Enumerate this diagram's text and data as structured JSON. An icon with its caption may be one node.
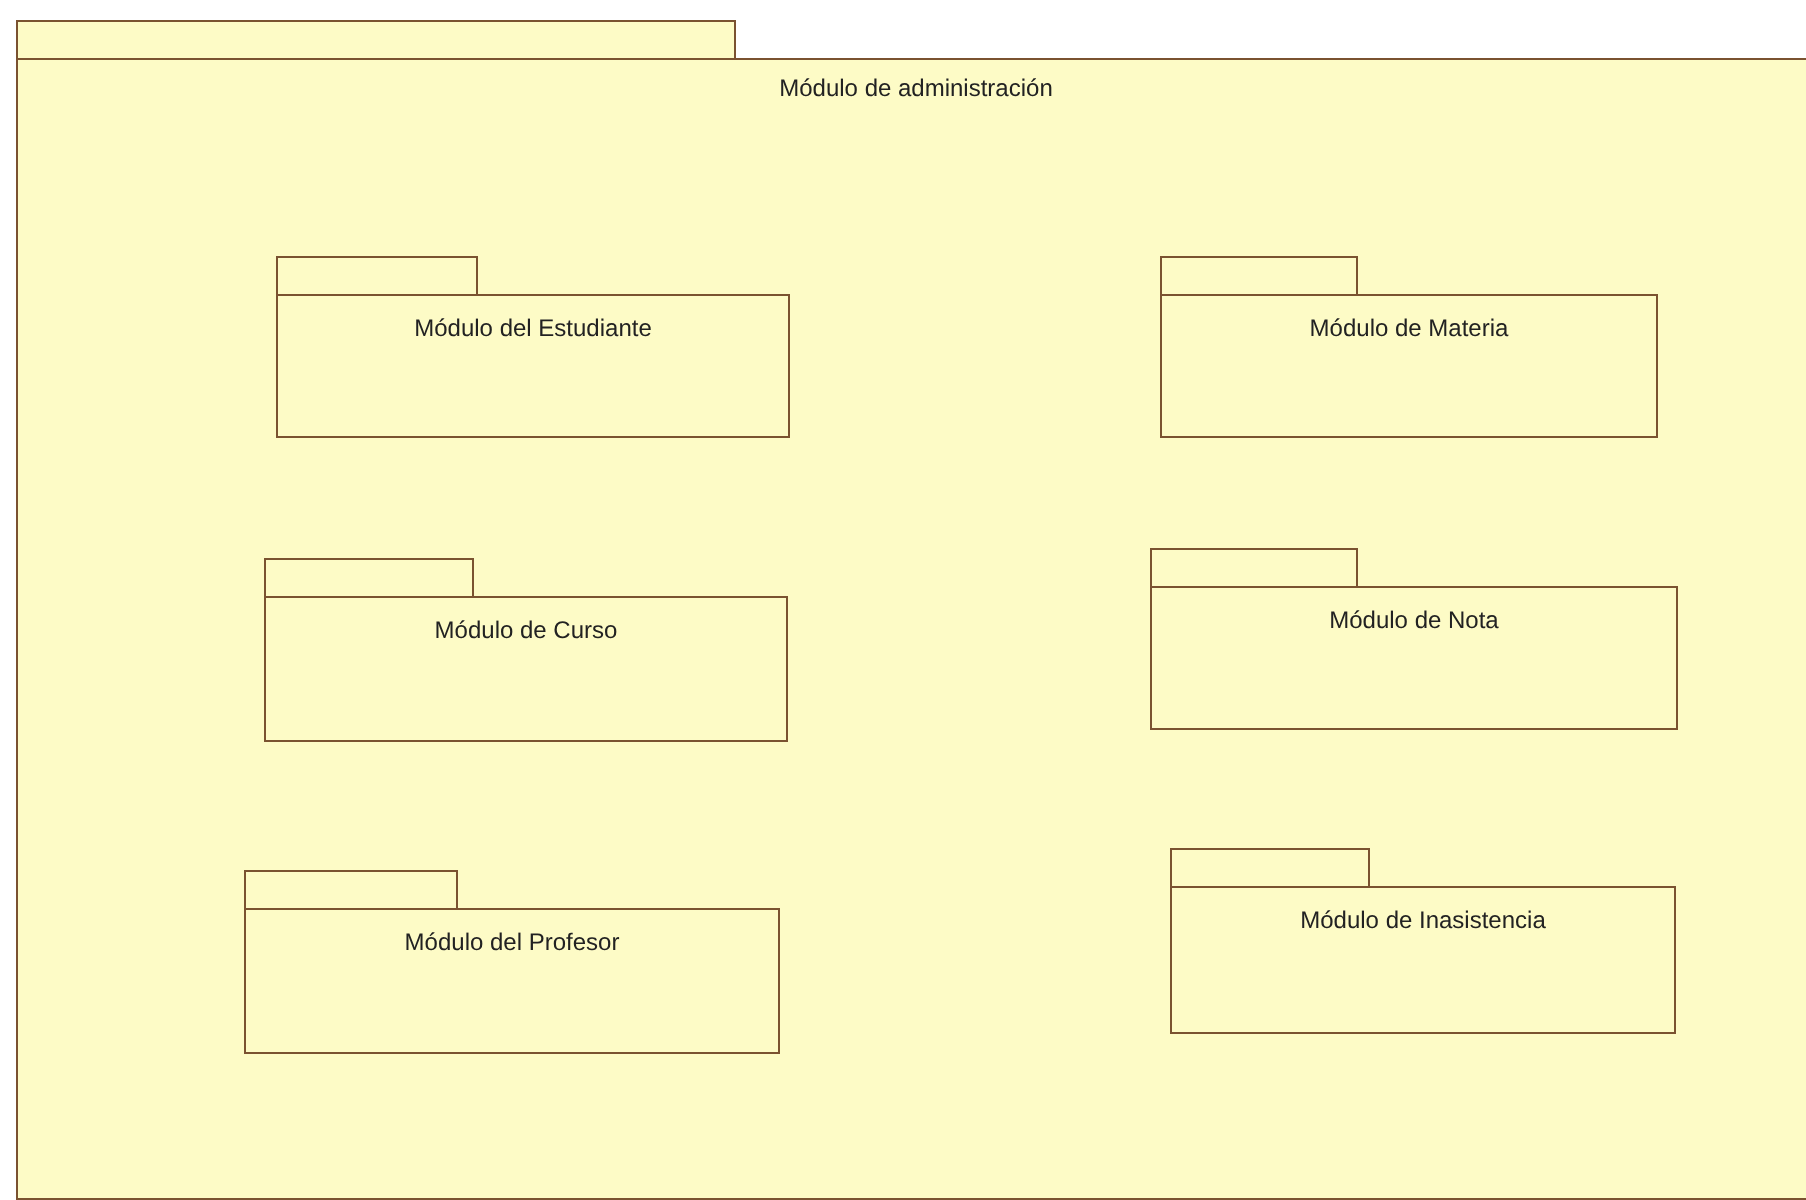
{
  "diagram": {
    "nodes": [
      {
        "text": [
          "Módulo de administración"
        ]
      },
      {
        "text": [
          "Módulo del Estudiante"
        ],
        "in": 0
      },
      {
        "text": [
          "Módulo de Materia"
        ],
        "in": 0
      },
      {
        "text": [
          "Módulo de Curso"
        ],
        "in": 0
      },
      {
        "text": [
          "Módulo de Nota"
        ],
        "in": 0
      },
      {
        "text": [
          "Módulo del Profesor"
        ],
        "in": 0
      },
      {
        "text": [
          "Módulo de Inasistencia"
        ],
        "in": 0
      }
    ]
  }
}
